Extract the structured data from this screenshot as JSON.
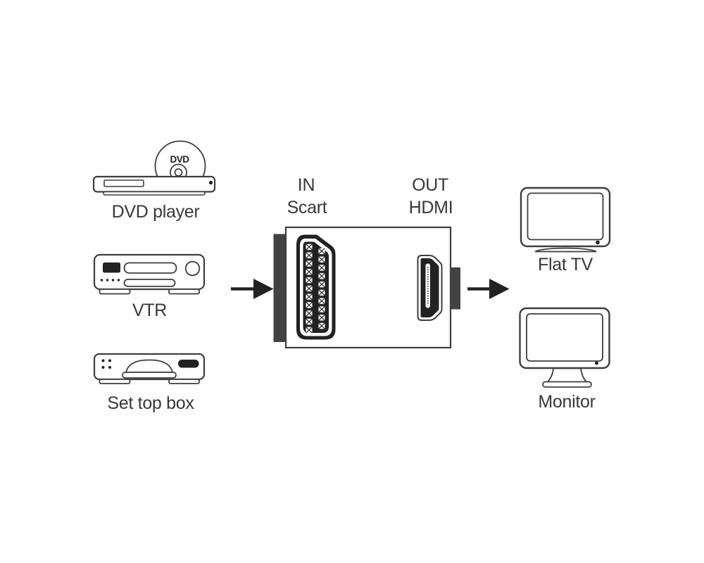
{
  "colors": {
    "outline": "#3e3e3e",
    "dark": "#222222",
    "tab": "#424242",
    "text": "#383838",
    "bg": "#ffffff"
  },
  "sources": [
    {
      "label": "DVD player",
      "icon": "dvd-player-icon"
    },
    {
      "label": "VTR",
      "icon": "vtr-icon"
    },
    {
      "label": "Set top box",
      "icon": "set-top-box-icon"
    }
  ],
  "adapter": {
    "in_direction": "IN",
    "in_connector": "Scart",
    "out_direction": "OUT",
    "out_connector": "HDMI",
    "in_port_icon": "scart-connector-icon",
    "out_port_icon": "hdmi-connector-icon"
  },
  "destinations": [
    {
      "label": "Flat TV",
      "icon": "flat-tv-icon"
    },
    {
      "label": "Monitor",
      "icon": "monitor-icon"
    }
  ],
  "dvd_disc_label": "DVD"
}
